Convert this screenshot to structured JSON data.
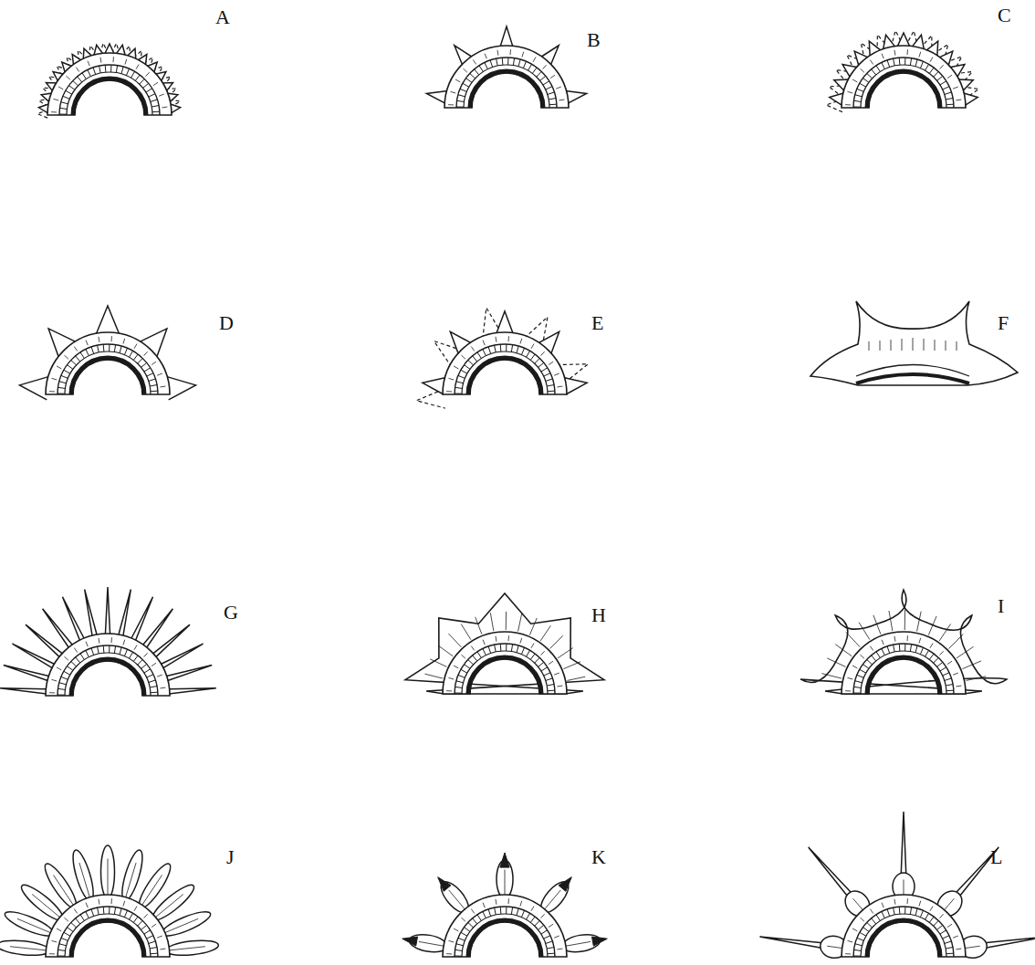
{
  "diagram": {
    "labels": [
      "A",
      "B",
      "C",
      "D",
      "E",
      "F",
      "G",
      "H",
      "I",
      "J",
      "K",
      "L"
    ]
  }
}
